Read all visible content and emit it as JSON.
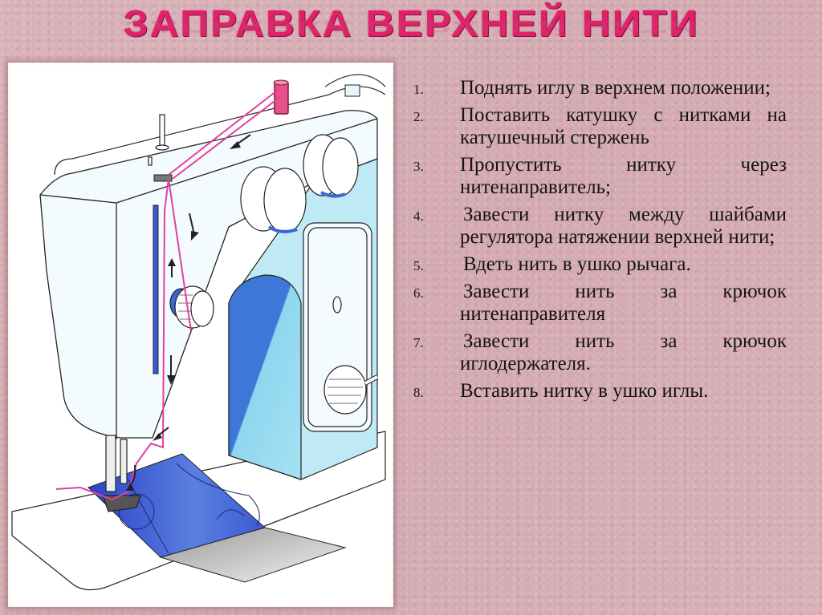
{
  "slide": {
    "title": "ЗАПРАВКА ВЕРХНЕЙ НИТИ",
    "colors": {
      "background": "#d7aeb5",
      "title": "#e0206a",
      "thread": "#e040a0",
      "accent_blue": "#3a66d8",
      "light_blue": "#8fd7ee"
    }
  },
  "illustration": {
    "subject": "sewing-machine-upper-thread-path",
    "arrows": [
      "arrow-down-left",
      "arrow-down",
      "arrow-up",
      "arrow-down",
      "arrow-down-left",
      "arrow-curve-down"
    ]
  },
  "steps": [
    {
      "num": "1.",
      "text": "Поднять иглу в верхнем положении;"
    },
    {
      "num": "2.",
      "text": "Поставить катушку с нитками на катушечный стержень"
    },
    {
      "num": "3.",
      "text": "Пропустить нитку через нитенаправитель;"
    },
    {
      "num": "4.",
      "text": "Завести нитку между шайбами регулятора натяжении верхней нити;"
    },
    {
      "num": "5.",
      "text": "Вдеть нить в ушко рычага."
    },
    {
      "num": "6.",
      "text": "Завести нить за крючок нитенаправителя"
    },
    {
      "num": "7.",
      "text": "Завести нить за крючок иглодержателя."
    },
    {
      "num": "8.",
      "text": "Вставить нитку в ушко иглы."
    }
  ]
}
